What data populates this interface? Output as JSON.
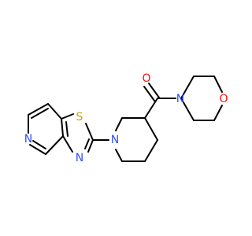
{
  "molecule": {
    "atoms": {
      "o_ring": {
        "symbol": "O",
        "color": "#ff0d0d"
      },
      "n_morph": {
        "symbol": "N",
        "color": "#3050f8"
      },
      "o_carbonyl": {
        "symbol": "O",
        "color": "#ff0d0d"
      },
      "n_pip": {
        "symbol": "N",
        "color": "#3050f8"
      },
      "s_thiazole": {
        "symbol": "S",
        "color": "#c8a000"
      },
      "n_thiazole": {
        "symbol": "N",
        "color": "#3050f8"
      },
      "n_pyridine": {
        "symbol": "N",
        "color": "#3050f8"
      }
    },
    "bond_color": "#000000"
  }
}
